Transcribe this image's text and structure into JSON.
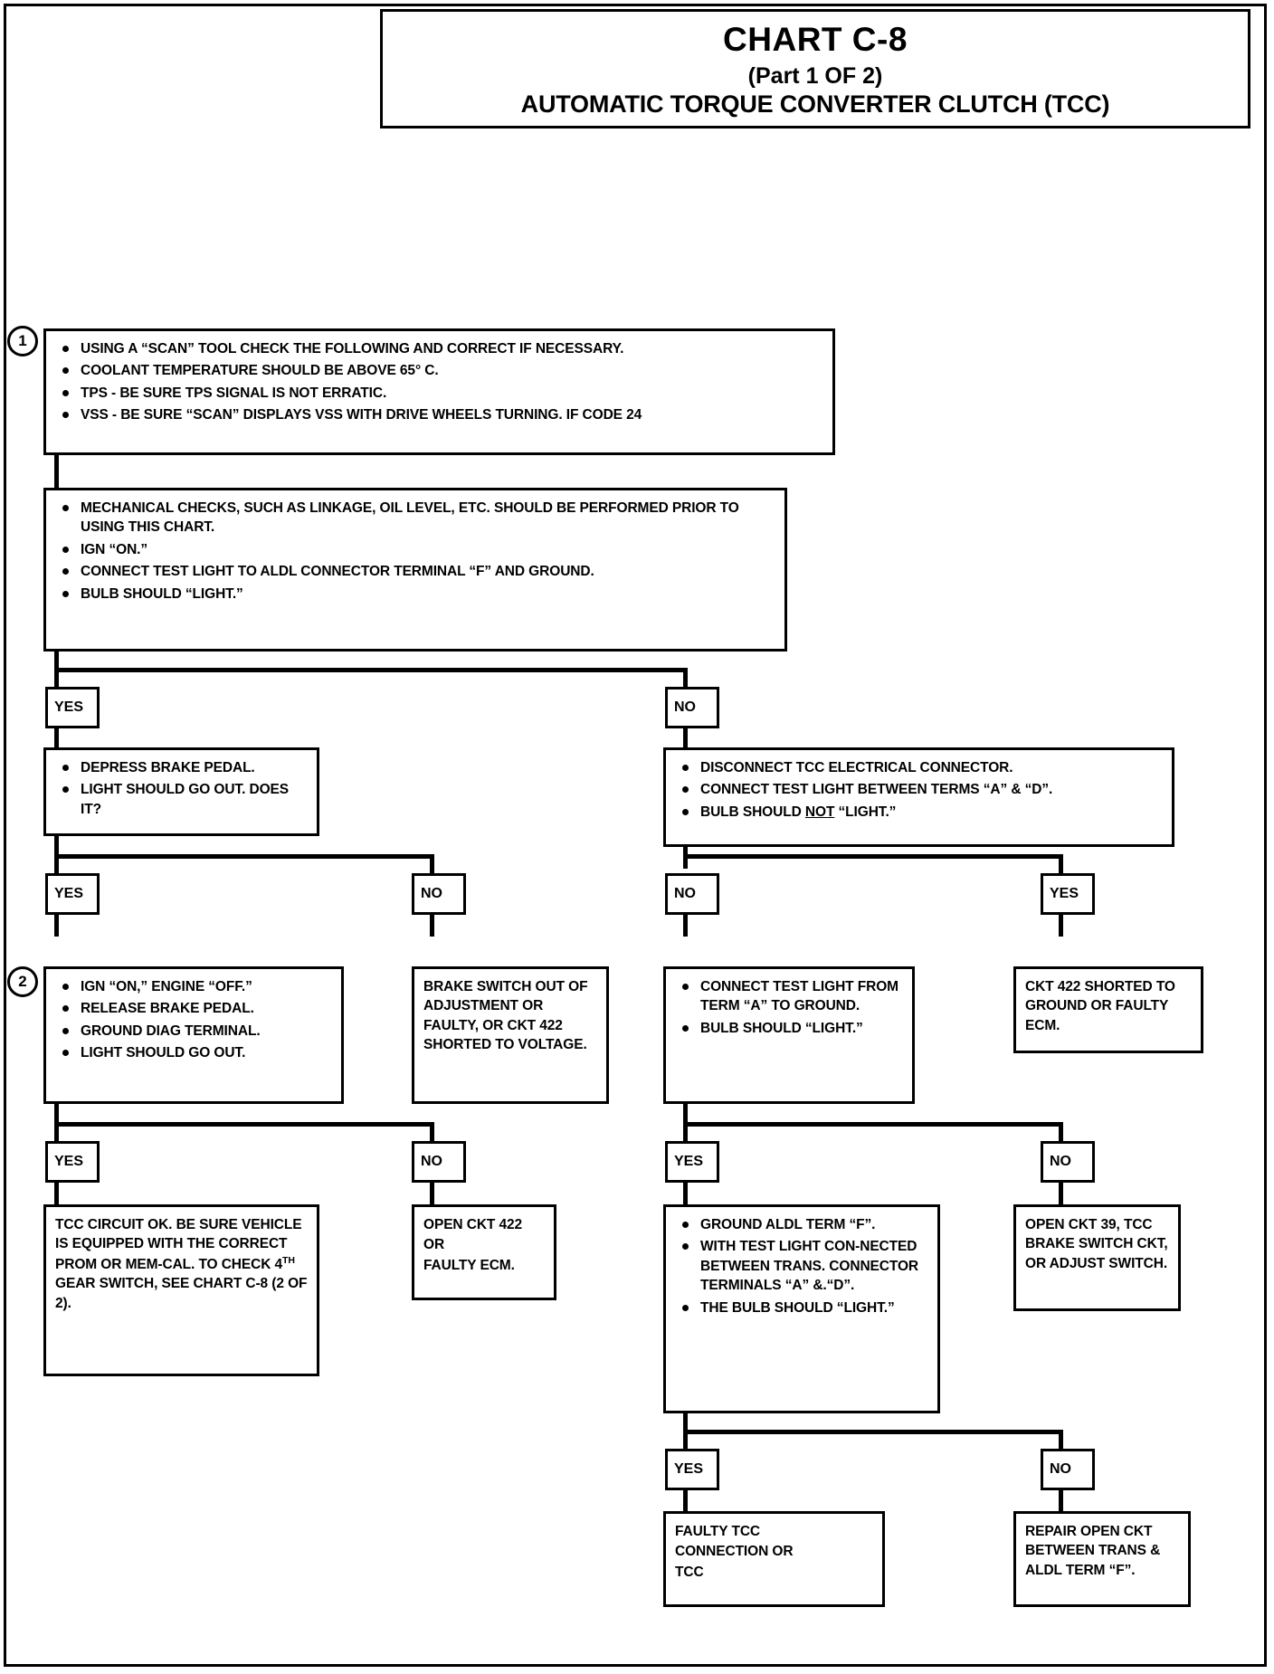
{
  "title": {
    "main": "CHART C-8",
    "part": "(Part 1 OF 2)",
    "subtitle": "AUTOMATIC TORQUE CONVERTER CLUTCH (TCC)"
  },
  "steps": {
    "one": "1",
    "two": "2"
  },
  "labels": {
    "yes": "YES",
    "no": "NO"
  },
  "boxes": {
    "b1": {
      "bullets": [
        "USING A “SCAN” TOOL CHECK THE FOLLOWING AND CORRECT IF NECESSARY.",
        "COOLANT TEMPERATURE SHOULD BE ABOVE 65° C.",
        "TPS - BE SURE TPS SIGNAL IS NOT ERRATIC.",
        "VSS - BE SURE “SCAN” DISPLAYS VSS WITH DRIVE WHEELS TURNING.  IF CODE 24"
      ]
    },
    "b2": {
      "bullets": [
        "MECHANICAL CHECKS, SUCH AS LINKAGE, OIL LEVEL, ETC. SHOULD BE PERFORMED PRIOR TO USING THIS CHART.",
        "IGN “ON.”",
        "CONNECT TEST LIGHT TO ALDL CONNECTOR TERMINAL “F” AND GROUND.",
        "BULB SHOULD “LIGHT.”"
      ]
    },
    "b3_left": {
      "bullets": [
        "DEPRESS BRAKE PEDAL.",
        "LIGHT SHOULD GO OUT. DOES IT?"
      ]
    },
    "b3_right": {
      "bullets_html": [
        "DISCONNECT TCC ELECTRICAL CONNECTOR.",
        "CONNECT TEST LIGHT BETWEEN TERMS “A” & “D”.",
        "BULB SHOULD <span class=\"u\">NOT</span> “LIGHT.”"
      ]
    },
    "b4_l1": {
      "bullets": [
        "IGN “ON,” ENGINE “OFF.”",
        "RELEASE BRAKE PEDAL.",
        "GROUND DIAG TERMINAL.",
        "LIGHT SHOULD GO OUT."
      ]
    },
    "b4_l2": {
      "text": "BRAKE SWITCH OUT OF ADJUSTMENT OR FAULTY, OR CKT 422 SHORTED TO VOLTAGE."
    },
    "b4_r1": {
      "bullets": [
        "CONNECT TEST LIGHT FROM TERM “A” TO GROUND.",
        "BULB SHOULD “LIGHT.”"
      ]
    },
    "b4_r2": {
      "text": "CKT 422 SHORTED TO GROUND OR FAULTY ECM."
    },
    "b5_l1": {
      "html": "TCC CIRCUIT OK.  BE SURE VEHICLE IS EQUIPPED WITH THE CORRECT PROM OR MEM-CAL. TO CHECK 4<sup class=\"sup\">TH</sup> GEAR SWITCH, SEE CHART C-8 (2 OF 2)."
    },
    "b5_l2": {
      "lines": [
        "OPEN CKT 422",
        "OR",
        "FAULTY ECM."
      ]
    },
    "b5_r1": {
      "bullets": [
        "GROUND ALDL TERM “F”.",
        "WITH TEST LIGHT CON-NECTED BETWEEN TRANS. CONNECTOR TERMINALS “A” &.“D”.",
        "THE BULB SHOULD “LIGHT.”"
      ]
    },
    "b5_r2": {
      "text": "OPEN CKT 39, TCC BRAKE SWITCH CKT, OR ADJUST SWITCH."
    },
    "b6_r1": {
      "lines": [
        "FAULTY TCC",
        "CONNECTION OR",
        "TCC"
      ]
    },
    "b6_r2": {
      "text": "REPAIR OPEN CKT BETWEEN TRANS & ALDL TERM “F”."
    }
  },
  "colors": {
    "ink": "#000000",
    "paper": "#ffffff"
  }
}
